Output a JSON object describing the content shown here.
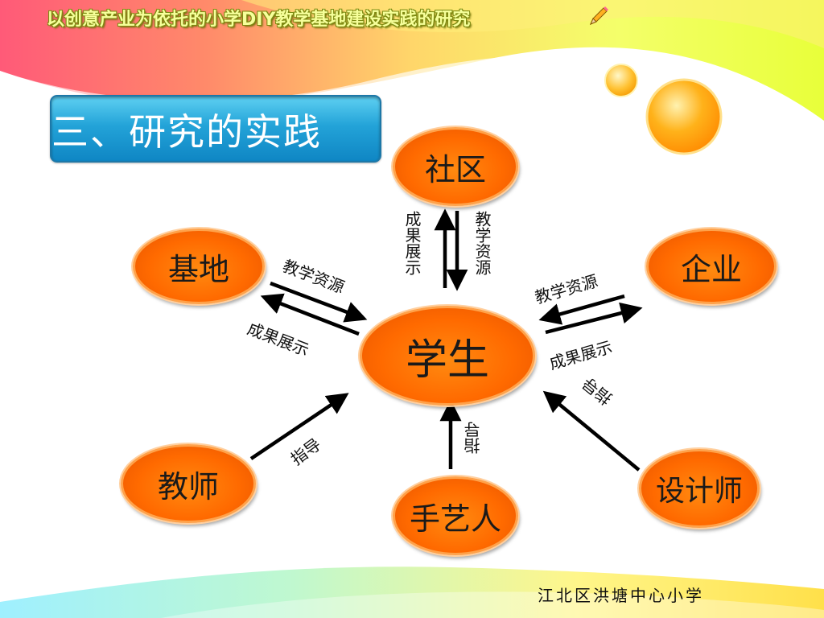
{
  "header": {
    "title": "以创意产业为依托的小学DIY教学基地建设实践的研究"
  },
  "section": {
    "title": "三、研究的实践"
  },
  "nodes": {
    "center": "学生",
    "community": "社区",
    "base": "基地",
    "enterprise": "企业",
    "teacher": "教师",
    "craftsman": "手艺人",
    "designer": "设计师"
  },
  "edges": {
    "teaching_resources": "教学资源",
    "results_display": "成果展示",
    "guidance": "指导"
  },
  "footer": {
    "school": "江北区洪塘中心小学"
  },
  "colors": {
    "node_fill": "#ff6a00",
    "section_bg": "#23a3d8",
    "arrow": "#000000"
  }
}
